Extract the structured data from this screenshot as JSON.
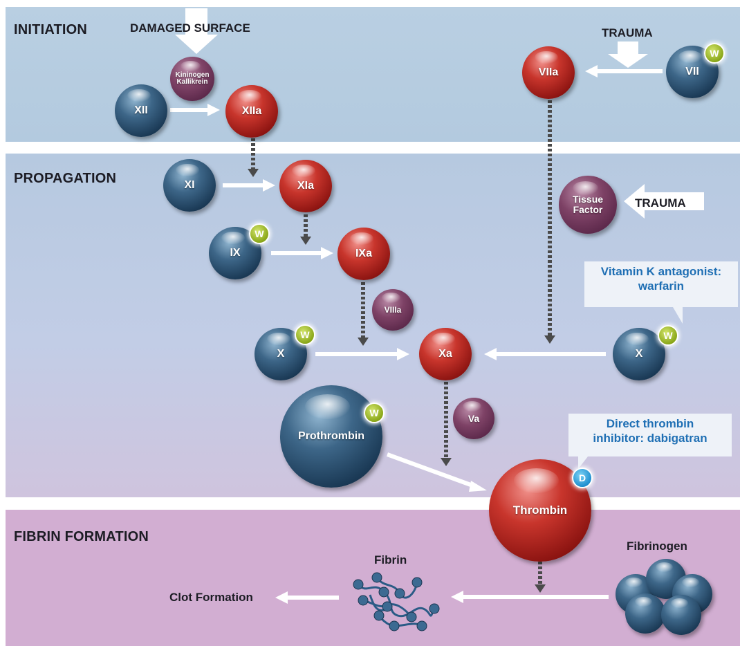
{
  "sections": {
    "initiation": "INITIATION",
    "propagation": "PROPAGATION",
    "fibrin_formation": "FIBRIN FORMATION"
  },
  "labels": {
    "damaged_surface": "DAMAGED SURFACE",
    "trauma_top": "TRAUMA",
    "trauma_tissue": "TRAUMA",
    "fibrin": "Fibrin",
    "fibrinogen": "Fibrinogen",
    "clot_formation": "Clot Formation"
  },
  "factors": {
    "xii": "XII",
    "kininogen": "Kininogen",
    "kallikrein": "Kallikrein",
    "xiia": "XIIa",
    "viia": "VIIa",
    "vii": "VII",
    "xi": "XI",
    "xia": "XIa",
    "tissue": "Tissue",
    "factor": "Factor",
    "ix": "IX",
    "ixa": "IXa",
    "viiia": "VIIIa",
    "x_left": "X",
    "xa": "Xa",
    "x_right": "X",
    "va": "Va",
    "prothrombin": "Prothrombin",
    "thrombin": "Thrombin"
  },
  "badges": {
    "w": "W",
    "d": "D"
  },
  "callouts": {
    "vka_line1": "Vitamin K antagonist:",
    "vka_line2": "warfarin",
    "dti_line1": "Direct thrombin",
    "dti_line2": "inhibitor: dabigatran"
  },
  "colors": {
    "inactive_factor": "#2a4f70",
    "active_factor": "#b42a22",
    "cofactor": "#6e3659",
    "warfarin_badge": "#8aa719",
    "dabigatran_badge": "#1f8fcf",
    "callout_text": "#1f6fb4"
  }
}
